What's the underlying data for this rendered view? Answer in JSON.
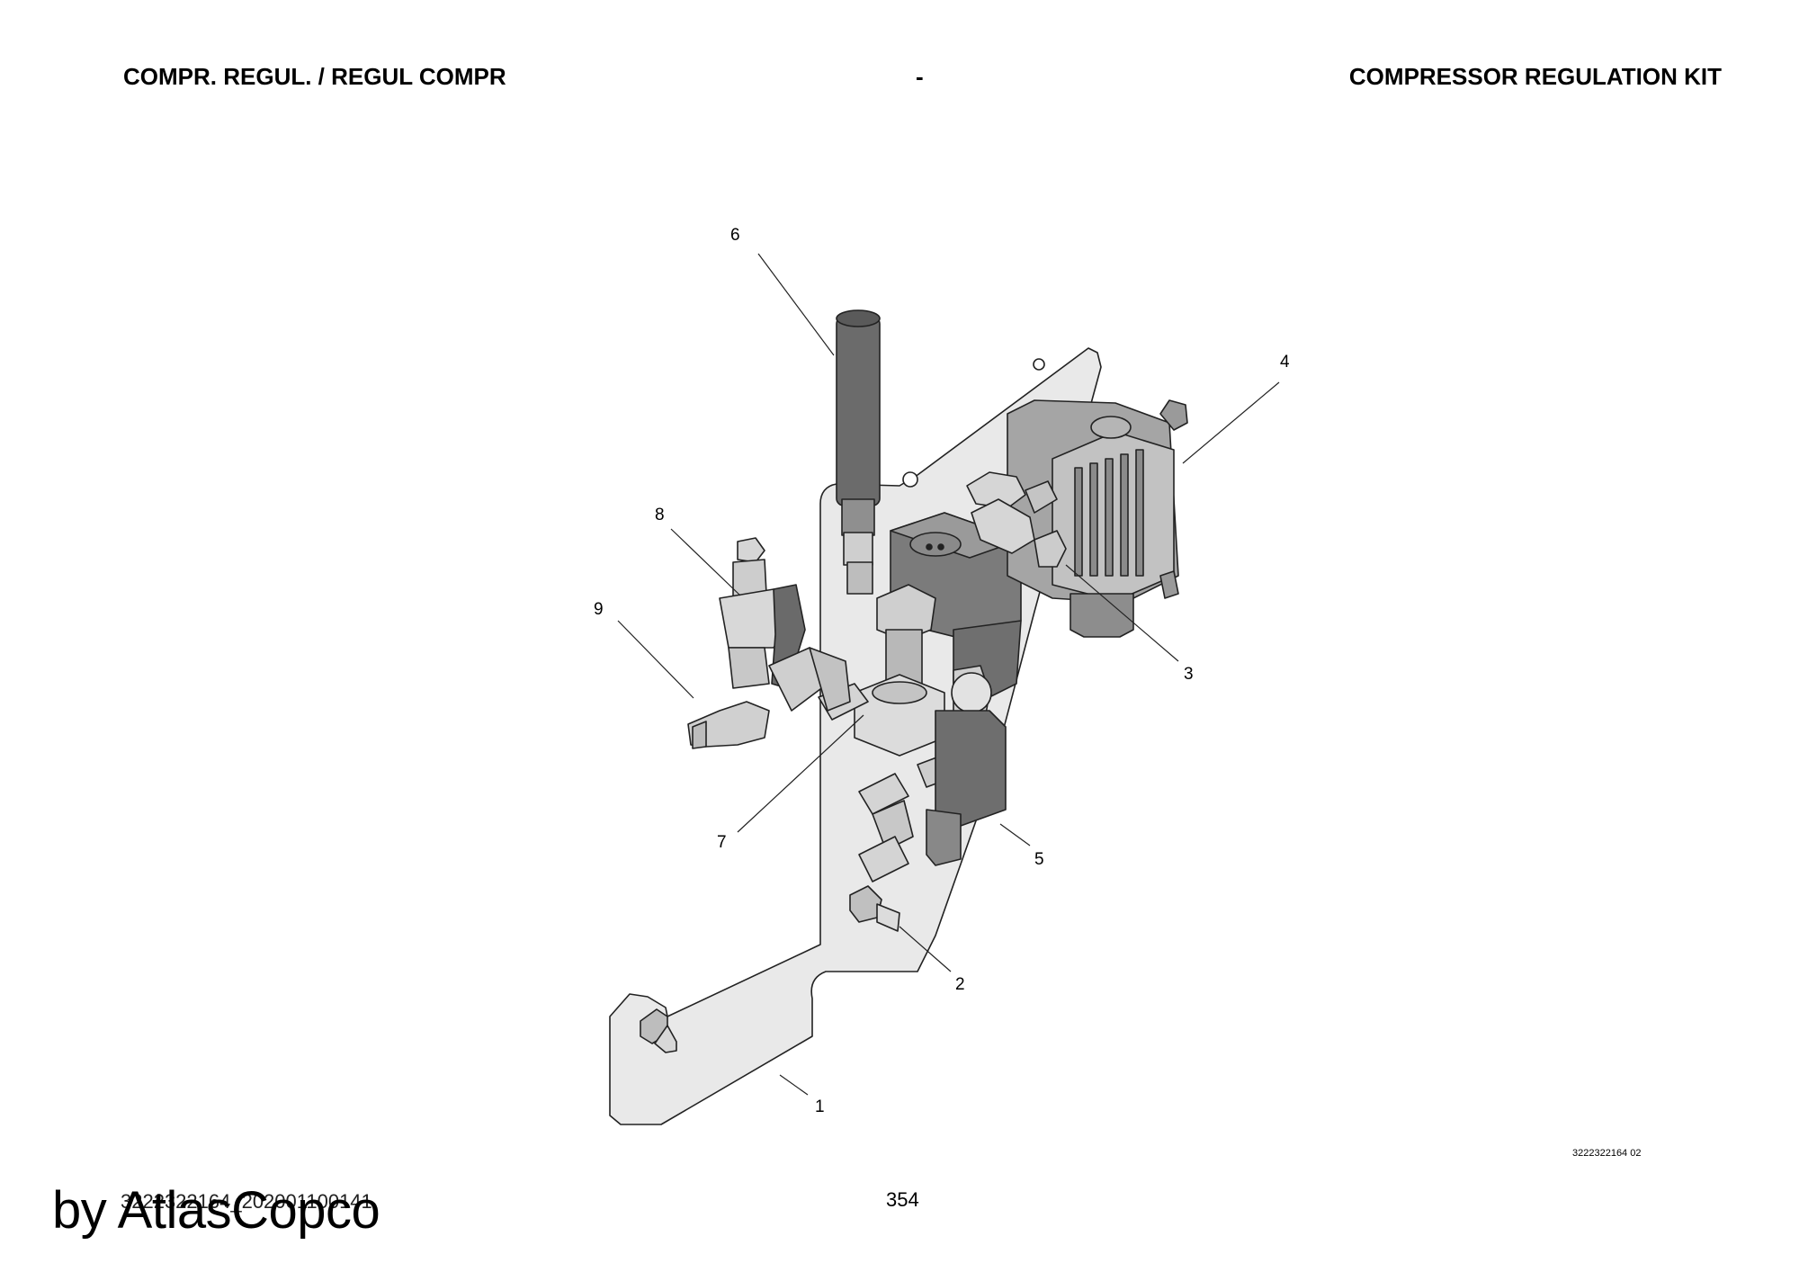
{
  "header": {
    "left": "COMPR. REGUL. / REGUL COMPR",
    "center": "-",
    "right": "COMPRESSOR REGULATION KIT"
  },
  "callouts": {
    "c1": "1",
    "c2": "2",
    "c3": "3",
    "c4": "4",
    "c5": "5",
    "c6": "6",
    "c7": "7",
    "c8": "8",
    "c9": "9"
  },
  "footer": {
    "drawing_id": "3222322164 02",
    "doc_id": "3222322164_202001100141",
    "page_number": "354",
    "watermark": "by AtlasCopco"
  },
  "colors": {
    "plate": "#e8e8e8",
    "dark_part": "#6b6b6b",
    "mid_part": "#9a9a9a",
    "light_part": "#d0d0d0",
    "outline": "#222222"
  }
}
